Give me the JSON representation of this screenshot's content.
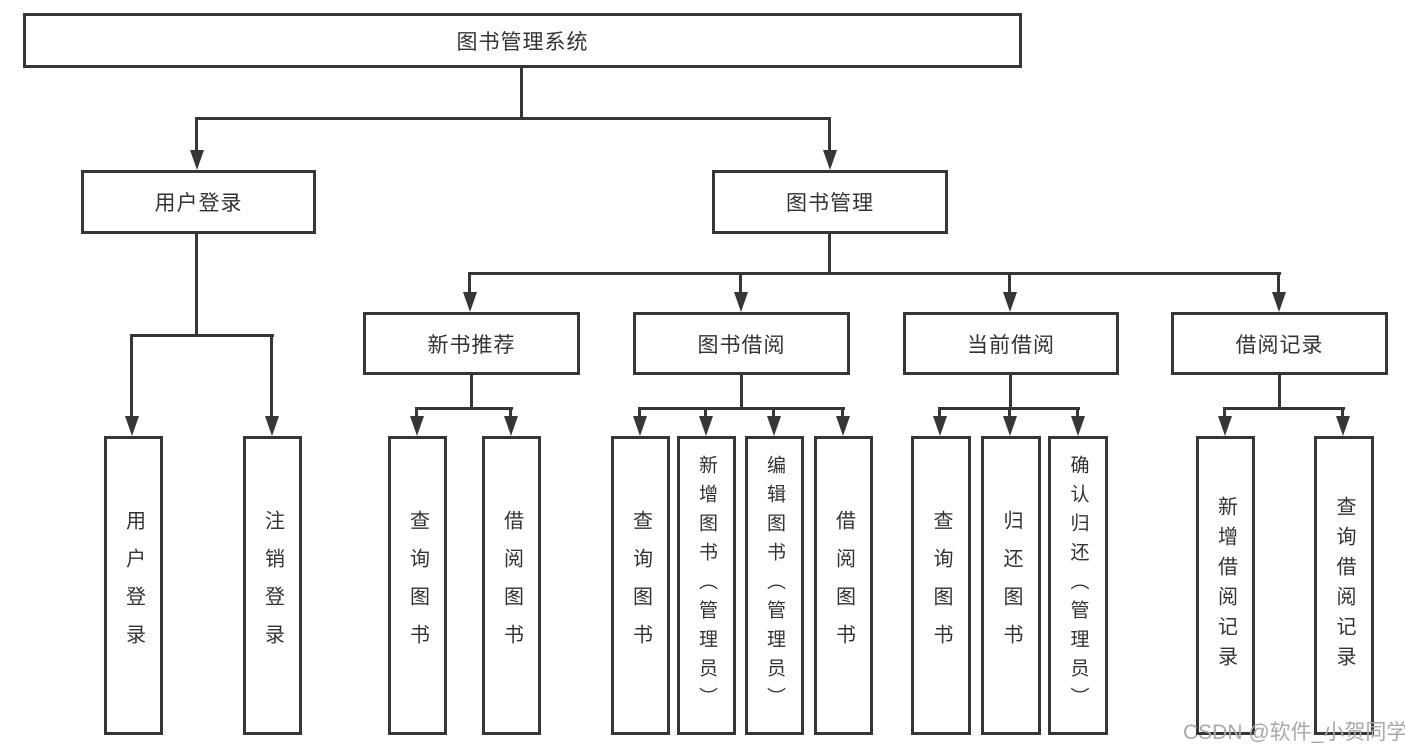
{
  "diagram_type": "functional-structure-tree",
  "watermark": "CSDN @软件_小贺同学",
  "colors": {
    "line": "#363636",
    "border": "#363636",
    "text": "#333333",
    "watermark": "#a9a9a9",
    "background": "#ffffff"
  },
  "hierarchy": {
    "label": "图书管理系统",
    "children": [
      {
        "label": "用户登录",
        "children": [
          {
            "label": "用户登录"
          },
          {
            "label": "注销登录"
          }
        ]
      },
      {
        "label": "图书管理",
        "children": [
          {
            "label": "新书推荐",
            "children": [
              {
                "label": "查询图书"
              },
              {
                "label": "借阅图书"
              }
            ]
          },
          {
            "label": "图书借阅",
            "children": [
              {
                "label": "查询图书"
              },
              {
                "label": "新增图书（管理员）"
              },
              {
                "label": "编辑图书（管理员）"
              },
              {
                "label": "借阅图书"
              }
            ]
          },
          {
            "label": "当前借阅",
            "children": [
              {
                "label": "查询图书"
              },
              {
                "label": "归还图书"
              },
              {
                "label": "确认归还（管理员）"
              }
            ]
          },
          {
            "label": "借阅记录",
            "children": [
              {
                "label": "新增借阅记录"
              },
              {
                "label": "查询借阅记录"
              }
            ]
          }
        ]
      }
    ]
  }
}
